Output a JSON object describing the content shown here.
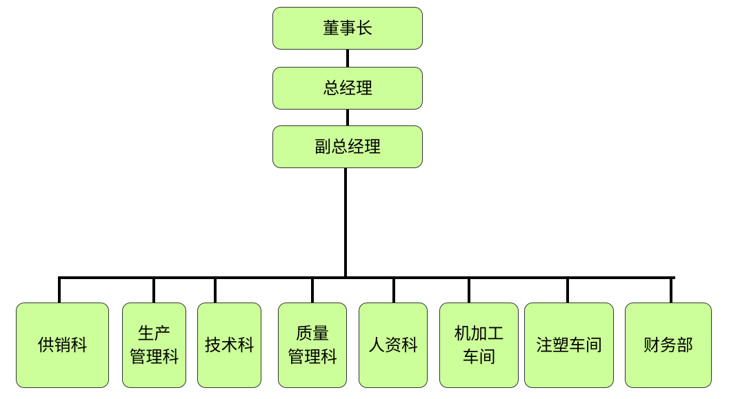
{
  "colors": {
    "box_fill": "#ccff99",
    "box_border": "#333333",
    "connector": "#000000"
  },
  "top": {
    "chairman": "董事长",
    "general_manager": "总经理",
    "deputy_general_manager": "副总经理"
  },
  "departments": [
    {
      "lines": [
        "供销科"
      ]
    },
    {
      "lines": [
        "生产",
        "管理科"
      ]
    },
    {
      "lines": [
        "技术科"
      ]
    },
    {
      "lines": [
        "质量",
        "管理科"
      ]
    },
    {
      "lines": [
        "人资科"
      ]
    },
    {
      "lines": [
        "机加工",
        "车间"
      ]
    },
    {
      "lines": [
        "注塑车间"
      ]
    },
    {
      "lines": [
        "财务部"
      ]
    }
  ]
}
